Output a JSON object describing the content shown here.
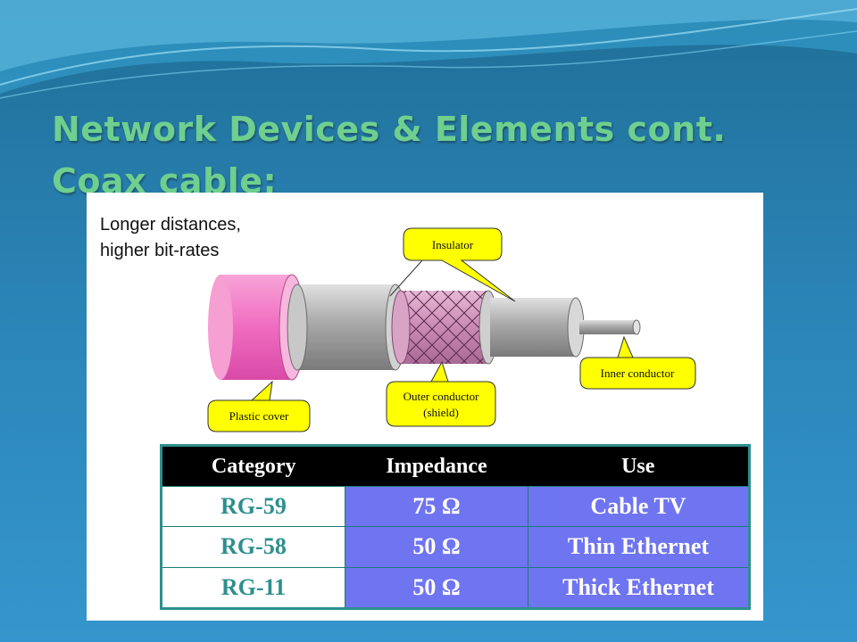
{
  "slide": {
    "title_line1": "Network Devices & Elements cont.",
    "title_line2": "Coax cable:"
  },
  "diagram": {
    "caption_line1": "Longer distances,",
    "caption_line2": "higher bit-rates",
    "labels": {
      "insulator": "Insulator",
      "inner_conductor": "Inner conductor",
      "plastic_cover": "Plastic cover",
      "outer_conductor_line1": "Outer conductor",
      "outer_conductor_line2": "(shield)"
    }
  },
  "table": {
    "headers": [
      "Category",
      "Impedance",
      "Use"
    ],
    "rows": [
      {
        "category": "RG-59",
        "impedance": "75 Ω",
        "use": "Cable TV"
      },
      {
        "category": "RG-58",
        "impedance": "50 Ω",
        "use": "Thin Ethernet"
      },
      {
        "category": "RG-11",
        "impedance": "50 Ω",
        "use": "Thick Ethernet"
      }
    ]
  },
  "colors": {
    "title": "#6fcf8e",
    "category_text": "#2e8f8f",
    "table_cell_bg": "#6f74f0",
    "callout_fill": "#ffff00"
  }
}
